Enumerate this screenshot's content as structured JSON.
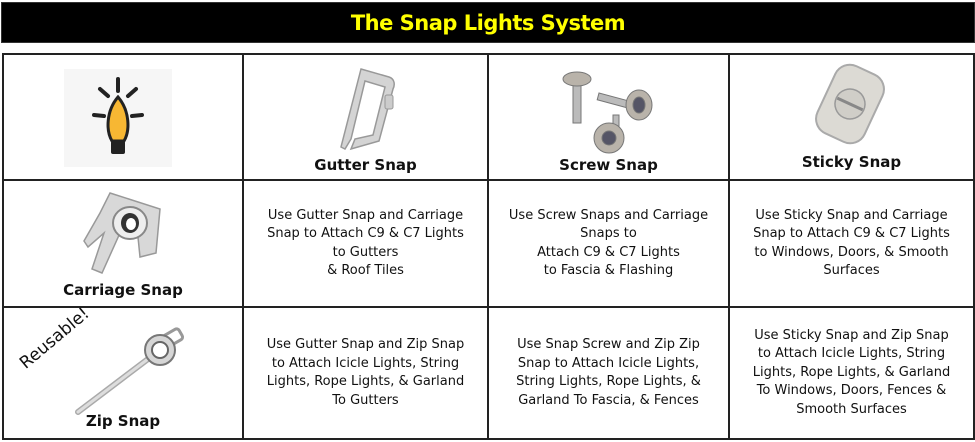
{
  "title": "The Snap Lights System",
  "colors": {
    "title_bg": "#000000",
    "title_text": "#ffff00",
    "border": "#222222",
    "bulb": "#f7b733"
  },
  "header_row": {
    "icon": "c9-bulb-icon",
    "columns": [
      {
        "label": "Gutter Snap",
        "icon": "gutter-snap-image"
      },
      {
        "label": "Screw Snap",
        "icon": "screw-snap-image"
      },
      {
        "label": "Sticky Snap",
        "icon": "sticky-snap-image"
      }
    ]
  },
  "rows": [
    {
      "label": "Carriage Snap",
      "icon": "carriage-snap-image",
      "cells": [
        [
          "Use Gutter Snap and Carriage",
          "Snap to Attach C9 & C7 Lights",
          "to Gutters",
          "& Roof Tiles"
        ],
        [
          "Use Screw Snaps and Carriage",
          "Snaps to",
          "Attach C9 & C7 Lights",
          "to Fascia & Flashing"
        ],
        [
          "Use Sticky Snap and Carriage",
          "Snap to Attach C9 & C7 Lights",
          "to Windows, Doors, & Smooth",
          "Surfaces"
        ]
      ]
    },
    {
      "label": "Zip Snap",
      "badge": "Reusable!",
      "icon": "zip-snap-image",
      "cells": [
        [
          "Use Gutter Snap and Zip Snap",
          "to Attach Icicle Lights, String",
          "Lights, Rope Lights, & Garland",
          "To Gutters"
        ],
        [
          "Use Snap Screw and Zip Zip",
          "Snap to Attach Icicle Lights,",
          "String Lights, Rope Lights, &",
          "Garland To Fascia, & Fences"
        ],
        [
          "Use Sticky Snap and Zip Snap",
          "to Attach Icicle Lights, String",
          "Lights, Rope Lights, & Garland",
          "To Windows, Doors, Fences &",
          "Smooth Surfaces"
        ]
      ]
    }
  ]
}
